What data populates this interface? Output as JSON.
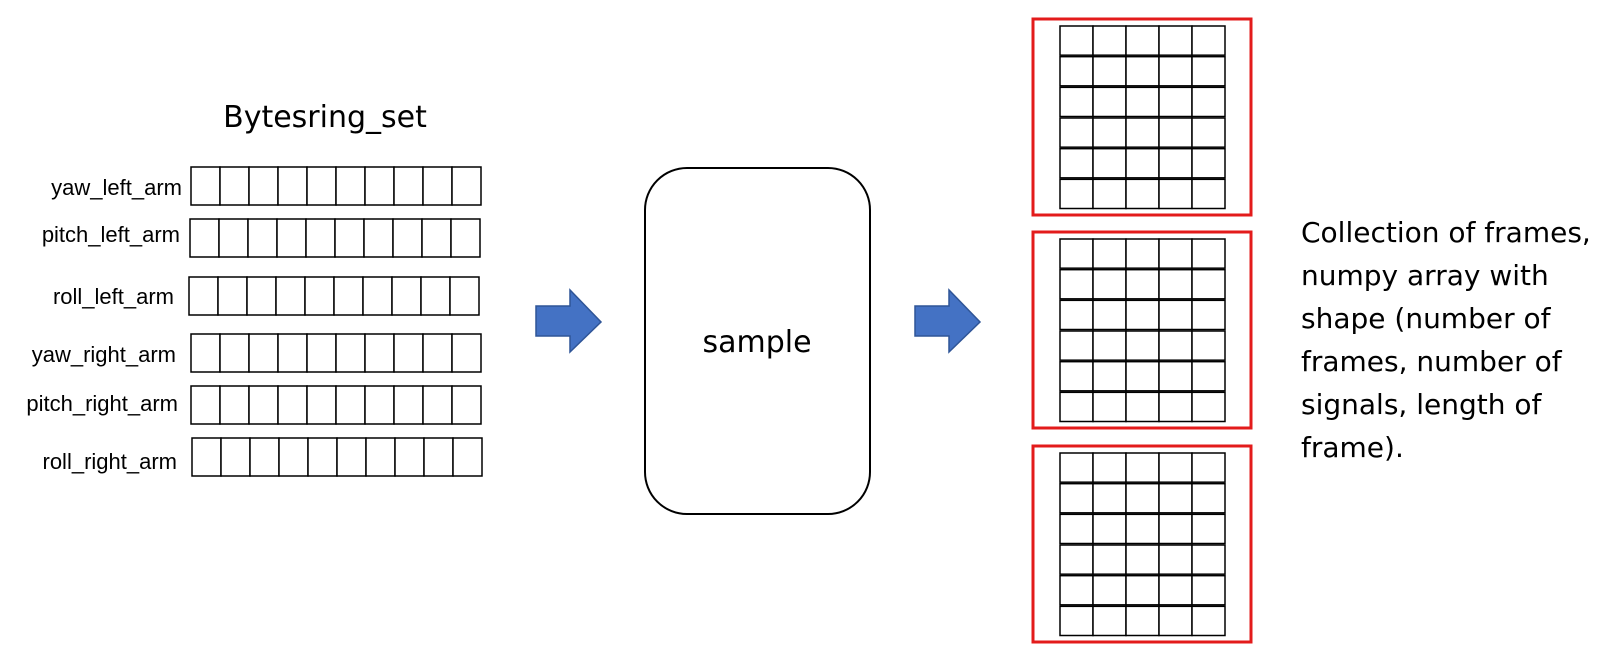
{
  "title": "Bytesring_set",
  "signals": [
    {
      "label": "yaw_left_arm",
      "cells": 10
    },
    {
      "label": "pitch_left_arm",
      "cells": 10
    },
    {
      "label": "roll_left_arm",
      "cells": 10
    },
    {
      "label": "yaw_right_arm",
      "cells": 10
    },
    {
      "label": "pitch_right_arm",
      "cells": 10
    },
    {
      "label": "roll_right_arm",
      "cells": 10
    }
  ],
  "process_box_label": "sample",
  "frames": {
    "count": 3,
    "rows": 6,
    "cols": 5,
    "border_color": "#e31b1b"
  },
  "arrow_color": "#4472c4",
  "arrow_border_color": "#2f5597",
  "description_lines": [
    "Collection of frames,",
    "numpy array with",
    "shape (number of",
    "frames, number of",
    "signals, length of",
    "frame)."
  ]
}
